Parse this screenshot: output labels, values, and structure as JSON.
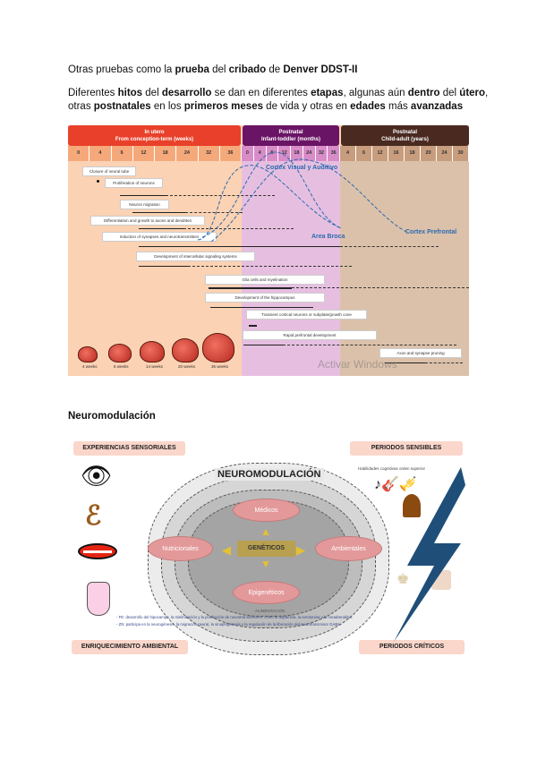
{
  "text": {
    "line1": {
      "a": "Otras pruebas como la ",
      "b": "prueba",
      "c": " del ",
      "d": "cribado",
      "e": " de ",
      "f": "Denver DDST-II"
    },
    "line2": {
      "a": "Diferentes ",
      "b": "hitos",
      "c": " del ",
      "d": "desarrollo",
      "e": " se dan en diferentes ",
      "f": "etapas",
      ",g": "",
      "g": ", algunas aún ",
      "h": "dentro",
      "i": " del ",
      "j": "útero",
      "k": ","
    },
    "line3": {
      "a": "otras ",
      "b": "postnatales",
      "c": " en los ",
      "d": "primeros meses",
      "e": " de vida y otras en ",
      "f": "edades",
      "g": " más ",
      "h": "avanzadas"
    },
    "heading2": "Neuromodulación"
  },
  "timeline": {
    "bands": [
      {
        "title": "In utero",
        "sub": "From conception-term (weeks)",
        "color": "#e8402a"
      },
      {
        "title": "Postnatal",
        "sub": "Infant-toddler (months)",
        "color": "#6a1466"
      },
      {
        "title": "Postnatal",
        "sub": "Child-adult (years)",
        "color": "#4a2a20"
      }
    ],
    "ticks_utero": [
      "0",
      "4",
      "6",
      "12",
      "18",
      "24",
      "32",
      "36"
    ],
    "ticks_infant": [
      "0",
      "4",
      "6",
      "12",
      "18",
      "24",
      "32",
      "36"
    ],
    "ticks_child": [
      "4",
      "6",
      "12",
      "16",
      "18",
      "20",
      "24",
      "30"
    ],
    "events": [
      "Closure of neural tube",
      "Proliferation of neurons",
      "Neuron migration",
      "Differentiation and growth to axons and dendrites",
      "Induction of synapses and neurotransmitters",
      "Development of intercellular signaling systems",
      "Glia cells and myelination",
      "Development of the hippocampus",
      "Transient cortical neurons or subplate/growth cone",
      "Rapid prefrontal development",
      "Axon and synapse pruning"
    ],
    "curves": [
      "Cortex Visual y Auditivo",
      "Area Broca",
      "Cortex Prefrontal"
    ],
    "curve_color": "#2a6bb0",
    "fetal_labels": [
      "4 weeks",
      "6 weeks",
      "14 weeks",
      "20 weeks",
      "36 weeks"
    ],
    "watermark": "Activar Windows"
  },
  "neuro": {
    "title": "NEUROMODULACIÓN",
    "tags": [
      "EXPERIENCIAS SENSORIALES",
      "PERIODOS SENSIBLES",
      "ENRIQUECIMIENTO AMBIENTAL",
      "PERIODOS CRÍTICOS"
    ],
    "factors": [
      "Médicos",
      "Nutricionales",
      "GENÉTICOS",
      "Ambientales",
      "Epigenéticos"
    ],
    "skills": "Habilidades cognitivas orden superior",
    "notes_title": "ALIMENTACIÓN",
    "notes": [
      "- FE: desarrollo del hipocampo, la mielinización y la producción de neurotransmisores, como la dopamina, la serotonina y la noradrenalina.",
      "- ZN: participa en la neurogénesis, la migración neural, la sinaptogénesis y la regulación de la liberación del neurotransmisor GABA-"
    ],
    "bolt_color": "#1f4e79"
  }
}
